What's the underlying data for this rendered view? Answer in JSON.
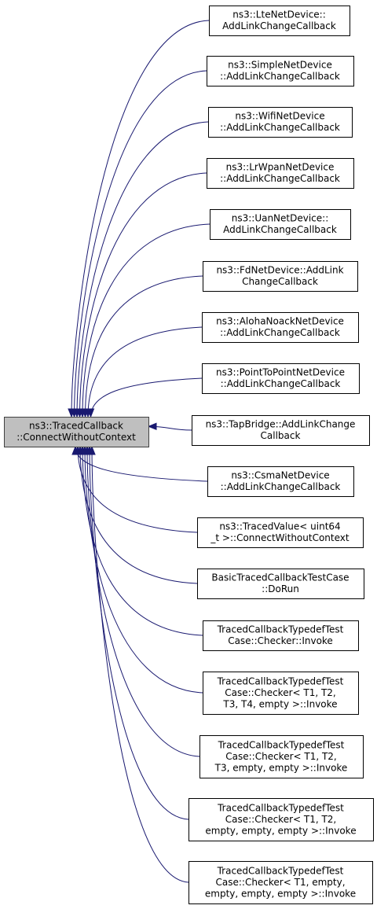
{
  "root": {
    "lines": [
      "ns3::TracedCallback",
      "::ConnectWithoutContext"
    ]
  },
  "callers": [
    {
      "lines": [
        "ns3::LteNetDevice::",
        "AddLinkChangeCallback"
      ]
    },
    {
      "lines": [
        "ns3::SimpleNetDevice",
        "::AddLinkChangeCallback"
      ]
    },
    {
      "lines": [
        "ns3::WifiNetDevice",
        "::AddLinkChangeCallback"
      ]
    },
    {
      "lines": [
        "ns3::LrWpanNetDevice",
        "::AddLinkChangeCallback"
      ]
    },
    {
      "lines": [
        "ns3::UanNetDevice::",
        "AddLinkChangeCallback"
      ]
    },
    {
      "lines": [
        "ns3::FdNetDevice::AddLink",
        "ChangeCallback"
      ]
    },
    {
      "lines": [
        "ns3::AlohaNoackNetDevice",
        "::AddLinkChangeCallback"
      ]
    },
    {
      "lines": [
        "ns3::PointToPointNetDevice",
        "::AddLinkChangeCallback"
      ]
    },
    {
      "lines": [
        "ns3::TapBridge::AddLinkChange",
        "Callback"
      ]
    },
    {
      "lines": [
        "ns3::CsmaNetDevice",
        "::AddLinkChangeCallback"
      ]
    },
    {
      "lines": [
        "ns3::TracedValue< uint64",
        "_t >::ConnectWithoutContext"
      ]
    },
    {
      "lines": [
        "BasicTracedCallbackTestCase",
        "::DoRun"
      ]
    },
    {
      "lines": [
        "TracedCallbackTypedefTest",
        "Case::Checker::Invoke"
      ]
    },
    {
      "lines": [
        "TracedCallbackTypedefTest",
        "Case::Checker< T1, T2,",
        " T3, T4, empty >::Invoke"
      ]
    },
    {
      "lines": [
        "TracedCallbackTypedefTest",
        "Case::Checker< T1, T2,",
        " T3, empty, empty >::Invoke"
      ]
    },
    {
      "lines": [
        "TracedCallbackTypedefTest",
        "Case::Checker< T1, T2,",
        " empty, empty, empty >::Invoke"
      ]
    },
    {
      "lines": [
        "TracedCallbackTypedefTest",
        "Case::Checker< T1, empty,",
        " empty, empty, empty >::Invoke"
      ]
    }
  ]
}
